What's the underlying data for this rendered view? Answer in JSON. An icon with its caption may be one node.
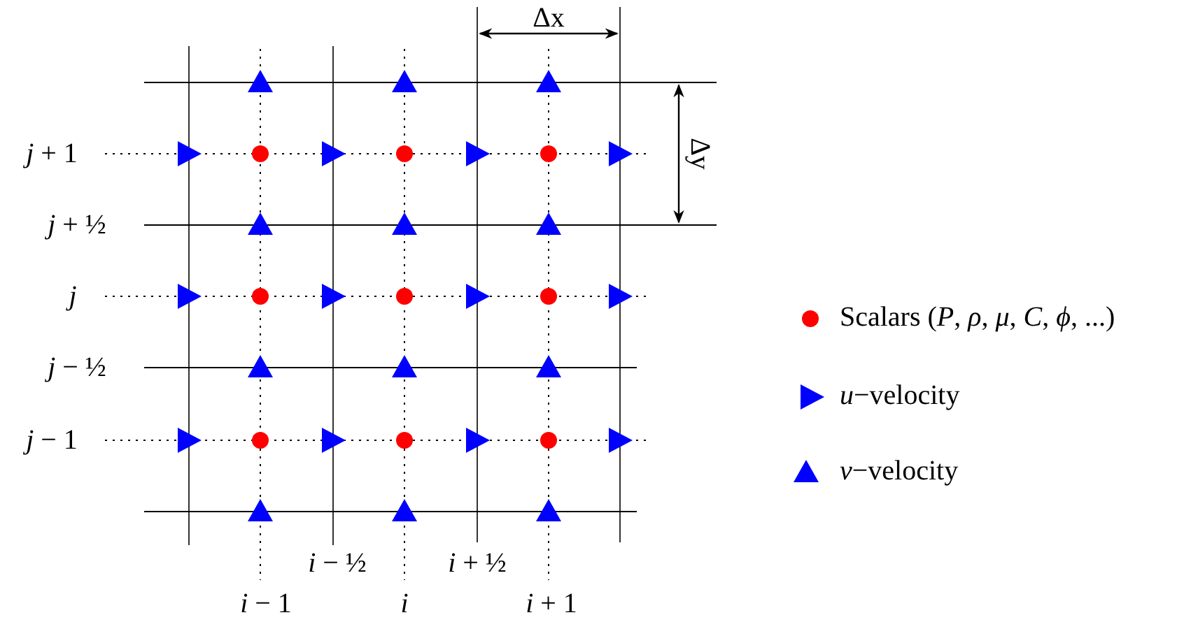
{
  "diagram": {
    "labels": [
      "Δx",
      "*j* + 1",
      "Δy",
      "*j* + ½",
      "*j*",
      "*j* − ½",
      "*j* − 1",
      "*i* − ½",
      "*i* + ½",
      "*i* − 1",
      "*i*",
      "*i* + 1"
    ],
    "legend": [
      {
        "text": "Scalars (*P*, *ρ*, *μ*, *C*, *ϕ*, ...)"
      },
      {
        "text": "*u*−velocity"
      },
      {
        "text": "*v*−velocity"
      }
    ]
  }
}
